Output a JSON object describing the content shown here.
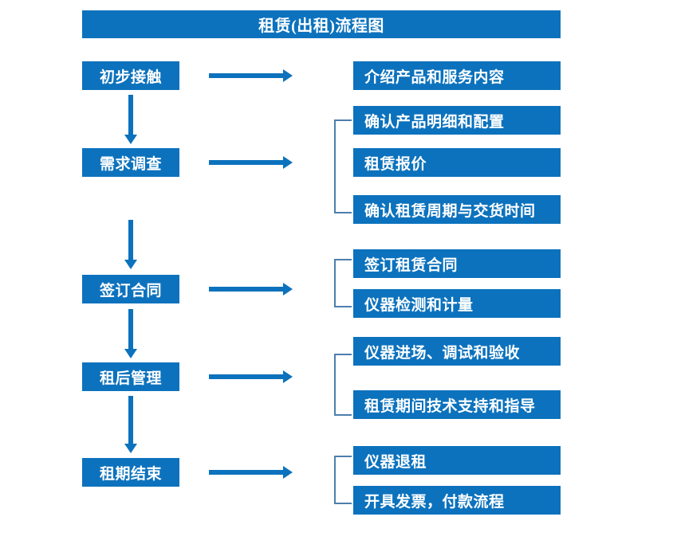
{
  "diagram": {
    "title": "租赁(出租)流程图",
    "accent_color": "#0c72bd",
    "bracket_color": "#4c7fad",
    "text_color": "#ffffff",
    "background_color": "#ffffff",
    "stages": [
      {
        "label": "初步接触",
        "details": [
          "介绍产品和服务内容"
        ],
        "has_bracket": false,
        "has_next_arrow": true
      },
      {
        "label": "需求调查",
        "details": [
          "确认产品明细和配置",
          "租赁报价",
          "确认租赁周期与交货时间"
        ],
        "has_bracket": true,
        "has_next_arrow": true
      },
      {
        "label": "签订合同",
        "details": [
          "签订租赁合同",
          "仪器检测和计量"
        ],
        "has_bracket": true,
        "has_next_arrow": true
      },
      {
        "label": "租后管理",
        "details": [
          "仪器进场、调试和验收",
          "租赁期间技术支持和指导"
        ],
        "has_bracket": true,
        "has_next_arrow": true
      },
      {
        "label": "租期结束",
        "details": [
          "仪器退租",
          "开具发票，付款流程"
        ],
        "has_bracket": true,
        "has_next_arrow": false
      }
    ]
  }
}
